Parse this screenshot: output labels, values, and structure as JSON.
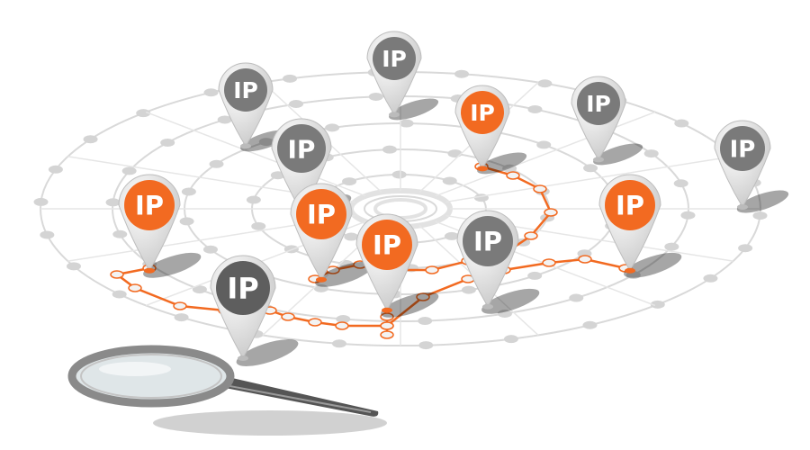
{
  "pin_label": "IP",
  "colors": {
    "background": "#ffffff",
    "network_line": "#d9d9d9",
    "network_node": "#d4d4d4",
    "highlight": "#f26a21",
    "pin_body": "#e8e8e8",
    "pin_badge_gray": "#7a7a7a",
    "pin_badge_dark": "#5e5e5e",
    "magnifier_frame": "#8a8a8a",
    "magnifier_handle": "#555555"
  },
  "pins": [
    {
      "id": "pin-1",
      "variant": "gray"
    },
    {
      "id": "pin-2",
      "variant": "gray"
    },
    {
      "id": "pin-3",
      "variant": "orange"
    },
    {
      "id": "pin-4",
      "variant": "gray"
    },
    {
      "id": "pin-5",
      "variant": "gray"
    },
    {
      "id": "pin-6",
      "variant": "gray"
    },
    {
      "id": "pin-7",
      "variant": "orange"
    },
    {
      "id": "pin-8",
      "variant": "orange"
    },
    {
      "id": "pin-9",
      "variant": "orange"
    },
    {
      "id": "pin-10",
      "variant": "gray"
    },
    {
      "id": "pin-11",
      "variant": "orange"
    },
    {
      "id": "pin-12",
      "variant": "dark"
    }
  ]
}
